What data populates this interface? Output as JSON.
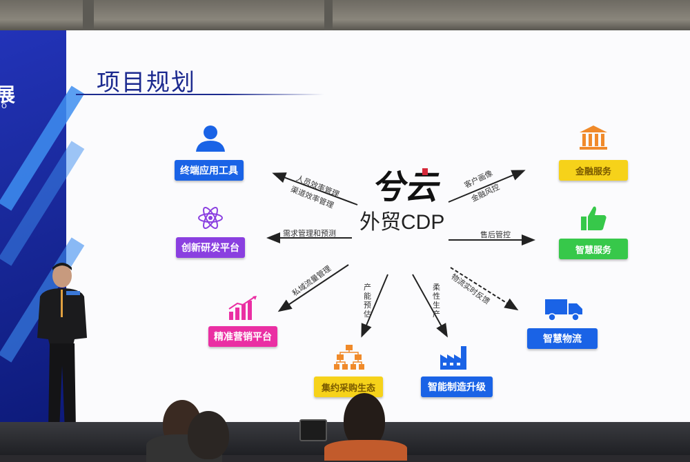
{
  "slide": {
    "title": "项目规划",
    "side_char": "展",
    "side_sub": "O",
    "center_label": "外贸CDP",
    "logo_glyph": "兮云"
  },
  "nodes": [
    {
      "id": "terminal-tools",
      "label": "终端应用工具",
      "color": "blue",
      "icon": "person-icon"
    },
    {
      "id": "innovation-rd",
      "label": "创新研发平台",
      "color": "purple",
      "icon": "atom-icon"
    },
    {
      "id": "precision-marketing",
      "label": "精准营销平台",
      "color": "pink",
      "icon": "bar-chart-icon"
    },
    {
      "id": "procurement-eco",
      "label": "集约采购生态",
      "color": "yellow",
      "icon": "org-chart-icon"
    },
    {
      "id": "smart-manufacturing",
      "label": "智能制造升级",
      "color": "blue",
      "icon": "factory-icon"
    },
    {
      "id": "smart-logistics",
      "label": "智慧物流",
      "color": "blue",
      "icon": "truck-icon"
    },
    {
      "id": "smart-service",
      "label": "智慧服务",
      "color": "green",
      "icon": "thumbs-up-icon"
    },
    {
      "id": "finance",
      "label": "金融服务",
      "color": "yellow",
      "icon": "bank-icon"
    }
  ],
  "edges": [
    {
      "to": "terminal-tools",
      "labels": [
        "人员效率管理",
        "渠道效率管理"
      ]
    },
    {
      "to": "innovation-rd",
      "labels": [
        "需求管理和预测"
      ]
    },
    {
      "to": "precision-marketing",
      "labels": [
        "私域流量管理"
      ]
    },
    {
      "to": "procurement-eco",
      "labels": [
        "产能预估"
      ]
    },
    {
      "to": "smart-manufacturing",
      "labels": [
        "柔性生产"
      ]
    },
    {
      "to": "smart-logistics",
      "labels": [
        "物流实时反馈"
      ]
    },
    {
      "to": "smart-service",
      "labels": [
        "售后管控"
      ]
    },
    {
      "to": "finance",
      "labels": [
        "客户画像",
        "金融风控"
      ]
    }
  ],
  "colors": {
    "blue": "#1a63e6",
    "purple": "#8a3fe0",
    "pink": "#ea2fa3",
    "yellow": "#f6d21a",
    "green": "#37c84a",
    "title": "#1c2a8f"
  }
}
